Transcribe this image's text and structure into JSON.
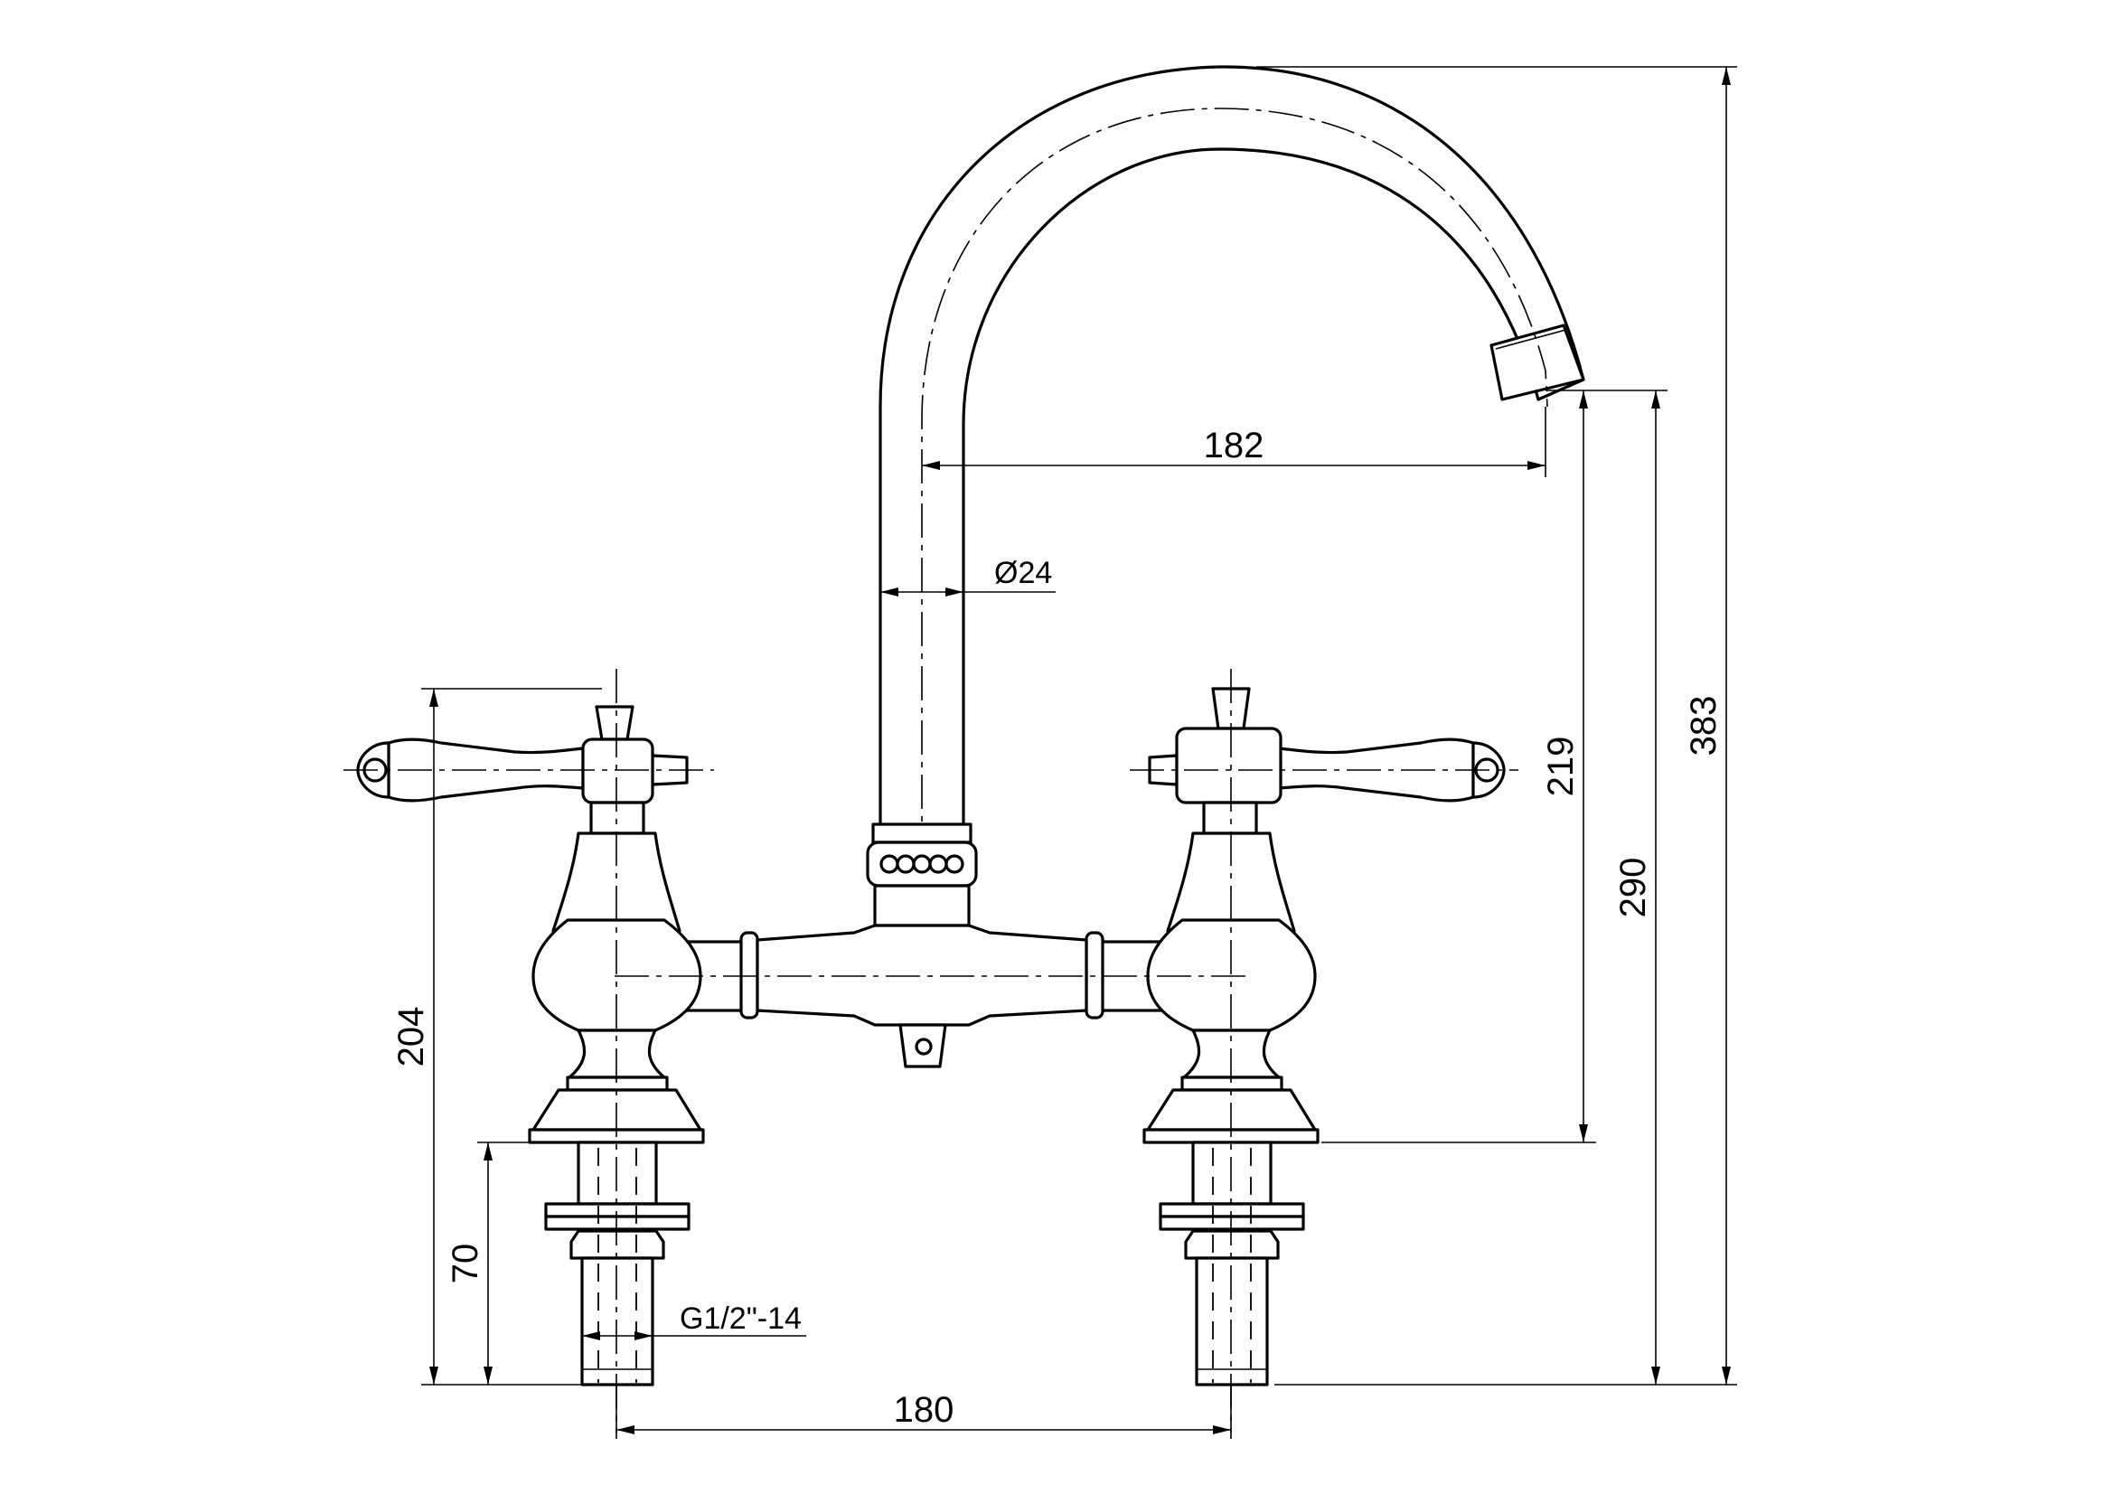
{
  "drawing": {
    "dimensions": {
      "spout_reach": "182",
      "pipe_diameter": "Ø24",
      "overall_height": "383",
      "spout_outlet_height": "290",
      "outlet_above_plate": "219",
      "handle_height": "204",
      "shank_length": "70",
      "thread": "G1/2\"-14",
      "centers": "180"
    }
  }
}
